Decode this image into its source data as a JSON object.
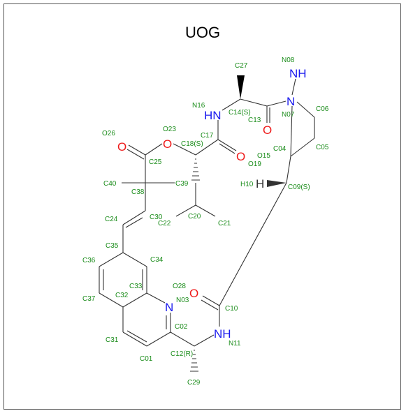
{
  "title": "UOG",
  "colors": {
    "label": "#1a8c1a",
    "nitrogen": "#1a1aee",
    "oxygen": "#ee1a1a",
    "hydrogen": "#333333",
    "bond": "#333333"
  },
  "atom_labels": [
    {
      "id": "C27",
      "text": "C27"
    },
    {
      "id": "N08",
      "text": "N08"
    },
    {
      "id": "N16",
      "text": "N16"
    },
    {
      "id": "C14",
      "text": "C14(S)"
    },
    {
      "id": "C13",
      "text": "C13"
    },
    {
      "id": "N07",
      "text": "N07"
    },
    {
      "id": "C06",
      "text": "C06"
    },
    {
      "id": "O26",
      "text": "O26"
    },
    {
      "id": "O23",
      "text": "O23"
    },
    {
      "id": "C17",
      "text": "C17"
    },
    {
      "id": "C18",
      "text": "C18(S)"
    },
    {
      "id": "O15",
      "text": "O15"
    },
    {
      "id": "C04",
      "text": "C04"
    },
    {
      "id": "C05",
      "text": "C05"
    },
    {
      "id": "C25",
      "text": "C25"
    },
    {
      "id": "O19",
      "text": "O19"
    },
    {
      "id": "C40",
      "text": "C40"
    },
    {
      "id": "C38",
      "text": "C38"
    },
    {
      "id": "C39",
      "text": "C39"
    },
    {
      "id": "H10",
      "text": "H10"
    },
    {
      "id": "C09",
      "text": "C09(S)"
    },
    {
      "id": "C24",
      "text": "C24"
    },
    {
      "id": "C30",
      "text": "C30"
    },
    {
      "id": "C22",
      "text": "C22"
    },
    {
      "id": "C20",
      "text": "C20"
    },
    {
      "id": "C21",
      "text": "C21"
    },
    {
      "id": "C35",
      "text": "C35"
    },
    {
      "id": "C36",
      "text": "C36"
    },
    {
      "id": "C34",
      "text": "C34"
    },
    {
      "id": "O28",
      "text": "O28"
    },
    {
      "id": "C33",
      "text": "C33"
    },
    {
      "id": "C37",
      "text": "C37"
    },
    {
      "id": "C32",
      "text": "C32"
    },
    {
      "id": "N03",
      "text": "N03"
    },
    {
      "id": "C10",
      "text": "C10"
    },
    {
      "id": "C02",
      "text": "C02"
    },
    {
      "id": "N11",
      "text": "N11"
    },
    {
      "id": "C31",
      "text": "C31"
    },
    {
      "id": "C12",
      "text": "C12(R)"
    },
    {
      "id": "C01",
      "text": "C01"
    },
    {
      "id": "C29",
      "text": "C29"
    }
  ],
  "hetero_atoms": [
    {
      "id": "NH-top",
      "text": "NH",
      "element": "N"
    },
    {
      "id": "N-ring",
      "text": "N",
      "element": "N"
    },
    {
      "id": "HN-16",
      "text": "HN",
      "element": "N"
    },
    {
      "id": "O-13",
      "text": "O",
      "element": "O"
    },
    {
      "id": "O-26",
      "text": "O",
      "element": "O"
    },
    {
      "id": "O-23",
      "text": "O",
      "element": "O"
    },
    {
      "id": "O-19",
      "text": "O",
      "element": "O"
    },
    {
      "id": "H-10",
      "text": "H",
      "element": "H"
    },
    {
      "id": "O-28",
      "text": "O",
      "element": "O"
    },
    {
      "id": "N-03",
      "text": "N",
      "element": "N"
    },
    {
      "id": "NH-11",
      "text": "NH",
      "element": "N"
    }
  ]
}
